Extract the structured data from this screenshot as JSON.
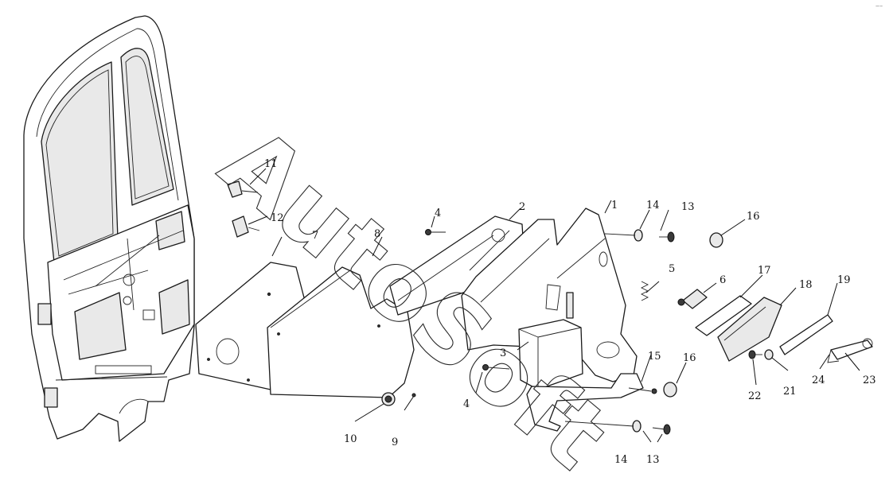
{
  "watermark": {
    "text": "AutoSoft"
  },
  "corner_mark": "‒–",
  "callouts": {
    "c1": "1",
    "c2": "2",
    "c3": "3",
    "c4a": "4",
    "c4b": "4",
    "c5": "5",
    "c6": "6",
    "c7": "7",
    "c8": "8",
    "c9": "9",
    "c10": "10",
    "c11": "11",
    "c12": "12",
    "c13a": "13",
    "c13b": "13",
    "c14a": "14",
    "c14b": "14",
    "c15": "15",
    "c16a": "16",
    "c16b": "16",
    "c17": "17",
    "c18": "18",
    "c19": "19",
    "c21": "21",
    "c22": "22",
    "c23": "23",
    "c24": "24"
  }
}
